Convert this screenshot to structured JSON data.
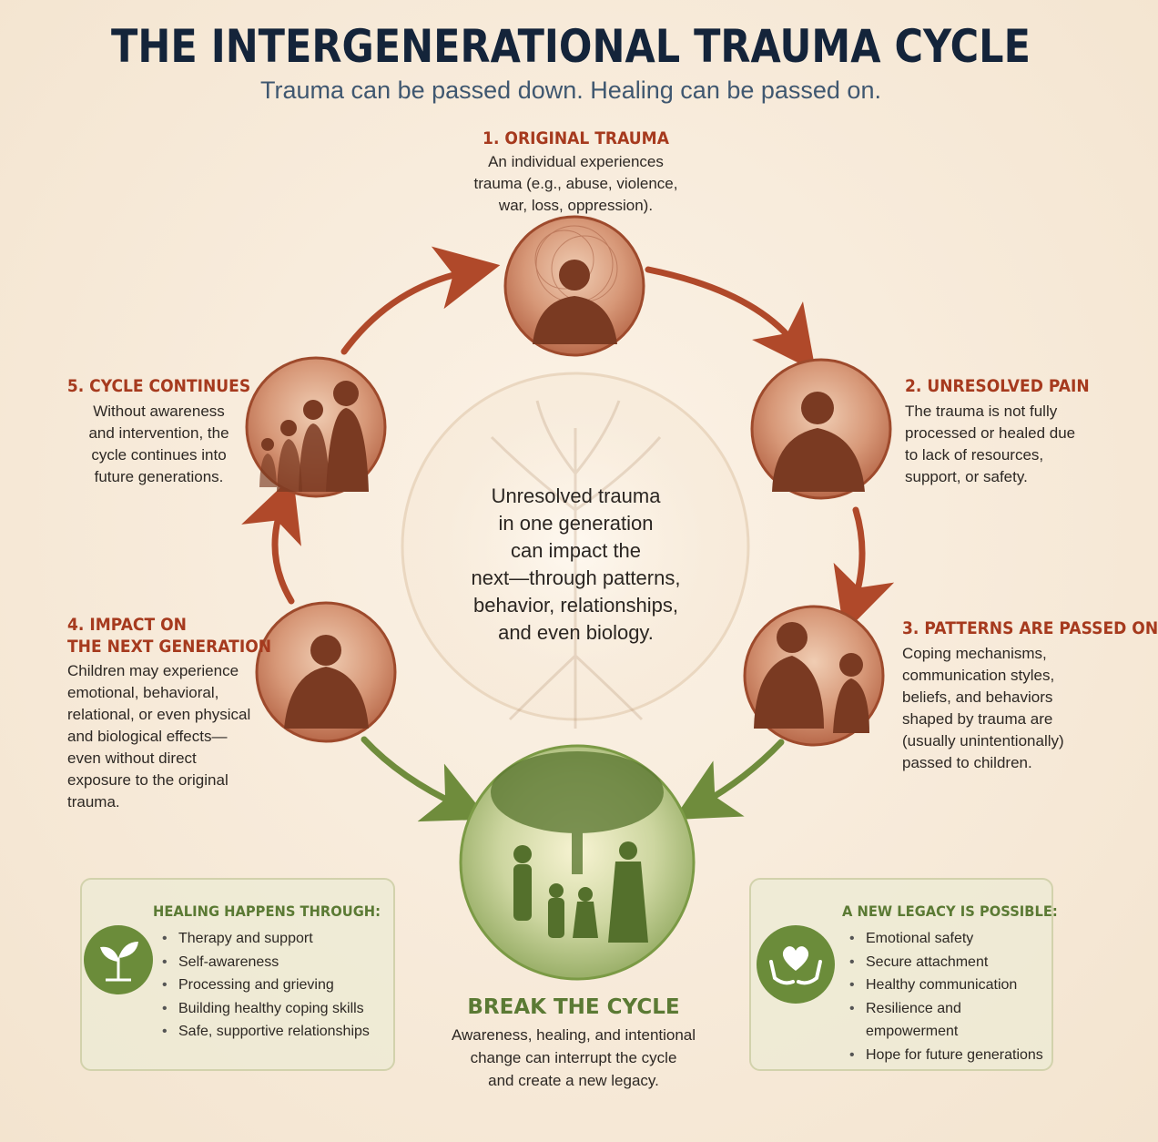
{
  "header": {
    "title": "THE INTERGENERATIONAL TRAUMA CYCLE",
    "subtitle": "Trauma can be passed down. Healing can be passed on."
  },
  "steps": [
    {
      "title": "1. ORIGINAL TRAUMA",
      "lines": [
        "An individual experiences",
        "trauma (e.g., abuse, violence,",
        "war, loss, oppression)."
      ]
    },
    {
      "title": "2. UNRESOLVED PAIN",
      "lines": [
        "The trauma is not fully",
        "processed or healed due",
        "to lack of resources,",
        "support, or safety."
      ]
    },
    {
      "title": "3. PATTERNS ARE PASSED ON",
      "lines": [
        "Coping mechanisms,",
        "communication styles,",
        "beliefs, and behaviors",
        "shaped by trauma are",
        "(usually unintentionally)",
        "passed to children."
      ]
    },
    {
      "title_lines": [
        "4. IMPACT ON",
        "THE NEXT GENERATION"
      ],
      "lines": [
        "Children may experience",
        "emotional, behavioral,",
        "relational, or even physical",
        "and biological effects—",
        "even without direct",
        "exposure to the original",
        "trauma."
      ]
    },
    {
      "title": "5. CYCLE CONTINUES",
      "lines": [
        "Without awareness",
        "and intervention, the",
        "cycle continues into",
        "future generations."
      ]
    }
  ],
  "center": {
    "lines": [
      "Unresolved trauma",
      "in one generation",
      "can impact the",
      "next—through patterns,",
      "behavior, relationships,",
      "and even biology."
    ]
  },
  "break_cycle": {
    "title": "BREAK THE CYCLE",
    "lines": [
      "Awareness, healing, and intentional",
      "change can interrupt the cycle",
      "and create a new legacy."
    ]
  },
  "healing_panel": {
    "title": "HEALING HAPPENS THROUGH:",
    "icon": "sprout-icon",
    "items": [
      "Therapy and support",
      "Self-awareness",
      "Processing and grieving",
      "Building healthy coping skills",
      "Safe, supportive relationships"
    ]
  },
  "legacy_panel": {
    "title": "A NEW LEGACY IS POSSIBLE:",
    "icon": "heart-hands-icon",
    "items": [
      "Emotional safety",
      "Secure attachment",
      "Healthy communication",
      "Resilience and empowerment",
      "Hope for future generations"
    ]
  },
  "colors": {
    "trauma_accent": "#a63a1e",
    "healing_accent": "#5b7a34",
    "title_navy": "#14243a"
  }
}
